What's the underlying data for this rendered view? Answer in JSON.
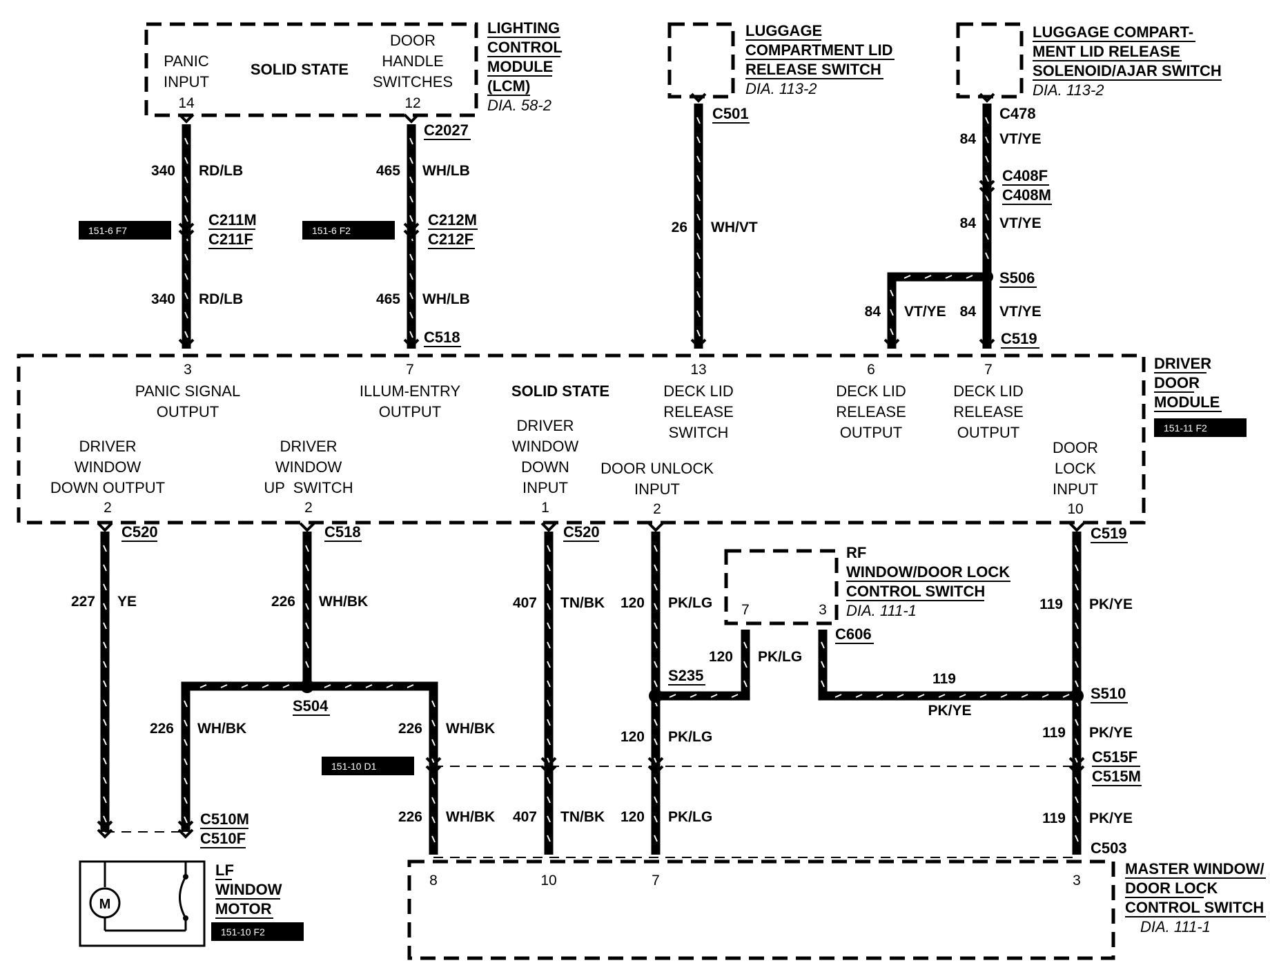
{
  "components": {
    "lcm": {
      "title": [
        "LIGHTING",
        "CONTROL",
        "MODULE",
        "(LCM)"
      ],
      "dia": "DIA. 58-2",
      "type": "SOLID STATE",
      "pins": [
        {
          "lines": [
            "PANIC",
            "INPUT"
          ],
          "pin": "14"
        },
        {
          "lines": [
            "DOOR",
            "HANDLE",
            "SWITCHES"
          ],
          "pin": "12"
        }
      ]
    },
    "lid_switch": {
      "title": [
        "LUGGAGE",
        "COMPARTMENT LID",
        "RELEASE SWITCH"
      ],
      "dia": "DIA. 113-2"
    },
    "lid_solenoid": {
      "title": [
        "LUGGAGE COMPART-",
        "MENT LID RELEASE",
        "SOLENOID/AJAR SWITCH"
      ],
      "dia": "DIA. 113-2"
    },
    "ddm": {
      "title": [
        "DRIVER",
        "DOOR",
        "MODULE"
      ],
      "type": "SOLID STATE",
      "ref": "151-11 F2",
      "top_pins": [
        {
          "pin": "3",
          "lines": [
            "PANIC SIGNAL",
            "OUTPUT"
          ]
        },
        {
          "pin": "7",
          "lines": [
            "ILLUM-ENTRY",
            "OUTPUT"
          ]
        },
        {
          "pin": "13",
          "lines": [
            "DECK LID",
            "RELEASE",
            "SWITCH"
          ]
        },
        {
          "pin": "6",
          "lines": [
            "DECK LID",
            "RELEASE",
            "OUTPUT"
          ]
        },
        {
          "pin": "7",
          "lines": [
            "DECK LID",
            "RELEASE",
            "OUTPUT"
          ]
        }
      ],
      "bottom_pins": [
        {
          "pin": "2",
          "lines": [
            "DRIVER",
            "WINDOW",
            "DOWN OUTPUT"
          ]
        },
        {
          "pin": "2",
          "lines": [
            "DRIVER",
            "WINDOW",
            "UP  SWITCH"
          ]
        },
        {
          "pin": "1",
          "lines": [
            "DRIVER",
            "WINDOW",
            "DOWN",
            "INPUT"
          ]
        },
        {
          "pin": "2",
          "lines": [
            "DOOR UNLOCK",
            "INPUT"
          ]
        },
        {
          "pin": "10",
          "lines": [
            "DOOR",
            "LOCK",
            "INPUT"
          ]
        }
      ]
    },
    "rf_switch": {
      "title": [
        "RF",
        "WINDOW/DOOR LOCK",
        "CONTROL SWITCH"
      ],
      "dia": "DIA. 111-1",
      "pins": [
        "7",
        "3"
      ]
    },
    "lf_motor": {
      "title": [
        "LF",
        "WINDOW",
        "MOTOR"
      ],
      "symbol": "M",
      "ref": "151-10 F2"
    },
    "master_switch": {
      "title": [
        "MASTER WINDOW/",
        "DOOR LOCK",
        "CONTROL SWITCH"
      ],
      "dia": "DIA. 111-1",
      "pins": [
        "8",
        "10",
        "7",
        "3"
      ]
    }
  },
  "connectors": {
    "C2027": "C2027",
    "C211M": "C211M",
    "C211F": "C211F",
    "C212M": "C212M",
    "C212F": "C212F",
    "C518_top": "C518",
    "C501": "C501",
    "C478": "C478",
    "C408F": "C408F",
    "C408M": "C408M",
    "C519_top": "C519",
    "C520_a": "C520",
    "C518_b": "C518",
    "C520_b": "C520",
    "C519_b": "C519",
    "C606": "C606",
    "C510M": "C510M",
    "C510F": "C510F",
    "C515F": "C515F",
    "C515M": "C515M",
    "C503": "C503"
  },
  "splices": {
    "S506": "S506",
    "S504": "S504",
    "S235": "S235",
    "S510": "S510"
  },
  "wires": [
    {
      "circuit": "340",
      "color": "RD/LB"
    },
    {
      "circuit": "340",
      "color": "RD/LB"
    },
    {
      "circuit": "465",
      "color": "WH/LB"
    },
    {
      "circuit": "465",
      "color": "WH/LB"
    },
    {
      "circuit": "26",
      "color": "WH/VT"
    },
    {
      "circuit": "84",
      "color": "VT/YE"
    },
    {
      "circuit": "84",
      "color": "VT/YE"
    },
    {
      "circuit": "84",
      "color": "VT/YE"
    },
    {
      "circuit": "84",
      "color": "VT/YE"
    },
    {
      "circuit": "227",
      "color": "YE"
    },
    {
      "circuit": "226",
      "color": "WH/BK"
    },
    {
      "circuit": "226",
      "color": "WH/BK"
    },
    {
      "circuit": "226",
      "color": "WH/BK"
    },
    {
      "circuit": "226",
      "color": "WH/BK"
    },
    {
      "circuit": "407",
      "color": "TN/BK"
    },
    {
      "circuit": "407",
      "color": "TN/BK"
    },
    {
      "circuit": "120",
      "color": "PK/LG"
    },
    {
      "circuit": "120",
      "color": "PK/LG"
    },
    {
      "circuit": "120",
      "color": "PK/LG"
    },
    {
      "circuit": "120",
      "color": "PK/LG"
    },
    {
      "circuit": "119",
      "color": "PK/YE"
    },
    {
      "circuit": "119",
      "color": "PK/YE"
    },
    {
      "circuit": "119",
      "color": "PK/YE"
    },
    {
      "circuit": "119",
      "color": "PK/YE"
    }
  ],
  "refs": [
    "151-6 F7",
    "151-6 F2",
    "151-10 D1"
  ]
}
